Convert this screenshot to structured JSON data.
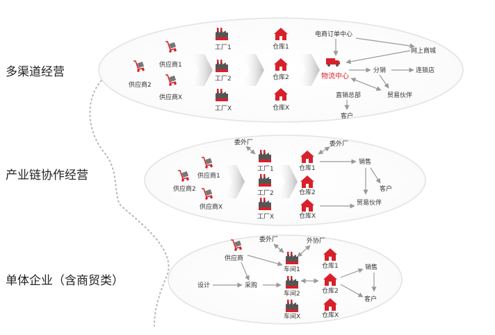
{
  "sections": {
    "multi": {
      "title": "多渠道经营",
      "suppliers": [
        "供应商2",
        "供应商1",
        "供应商X"
      ],
      "factories": [
        "工厂1",
        "工厂2",
        "工厂X"
      ],
      "warehouses": [
        "仓库1",
        "仓库2",
        "仓库X"
      ],
      "ecommerce_center": "电商订单中心",
      "logistics_center": "物流中心",
      "online_mall": "网上商城",
      "distribution": "分销",
      "chain_store": "连锁店",
      "direct_sales_hq": "直销总部",
      "trade_partner": "贸易伙伴",
      "customer": "客户"
    },
    "chain": {
      "title": "产业链协作经营",
      "suppliers": [
        "供应商2",
        "供应商1",
        "供应商X"
      ],
      "outsourcing": "委外厂",
      "factories": [
        "工厂1",
        "工厂2",
        "工厂X"
      ],
      "outsourcing2": "委外厂",
      "warehouses": [
        "仓库1",
        "仓库2",
        "仓库X"
      ],
      "sales": "销售",
      "customer": "客户",
      "trade_partner": "贸易伙伴"
    },
    "single": {
      "title": "单体企业（含商贸类）",
      "supplier": "供应商",
      "outsourcing": "委外厂",
      "external": "外协厂",
      "design": "设计",
      "purchase": "采购",
      "workshops": [
        "车间1",
        "车间2",
        "车间X"
      ],
      "warehouses": [
        "仓库1",
        "仓库2",
        "仓库X"
      ],
      "sales": "销售",
      "customer": "客户"
    }
  },
  "colors": {
    "accent_red": "#d8202a",
    "ellipse_border": "#e2e2e2",
    "arrow_gray": "#999999",
    "dotted": "#b5b5b5"
  },
  "icons": [
    "cart-icon",
    "factory-icon",
    "warehouse-icon",
    "truck-icon",
    "chevron-arrow-icon"
  ]
}
